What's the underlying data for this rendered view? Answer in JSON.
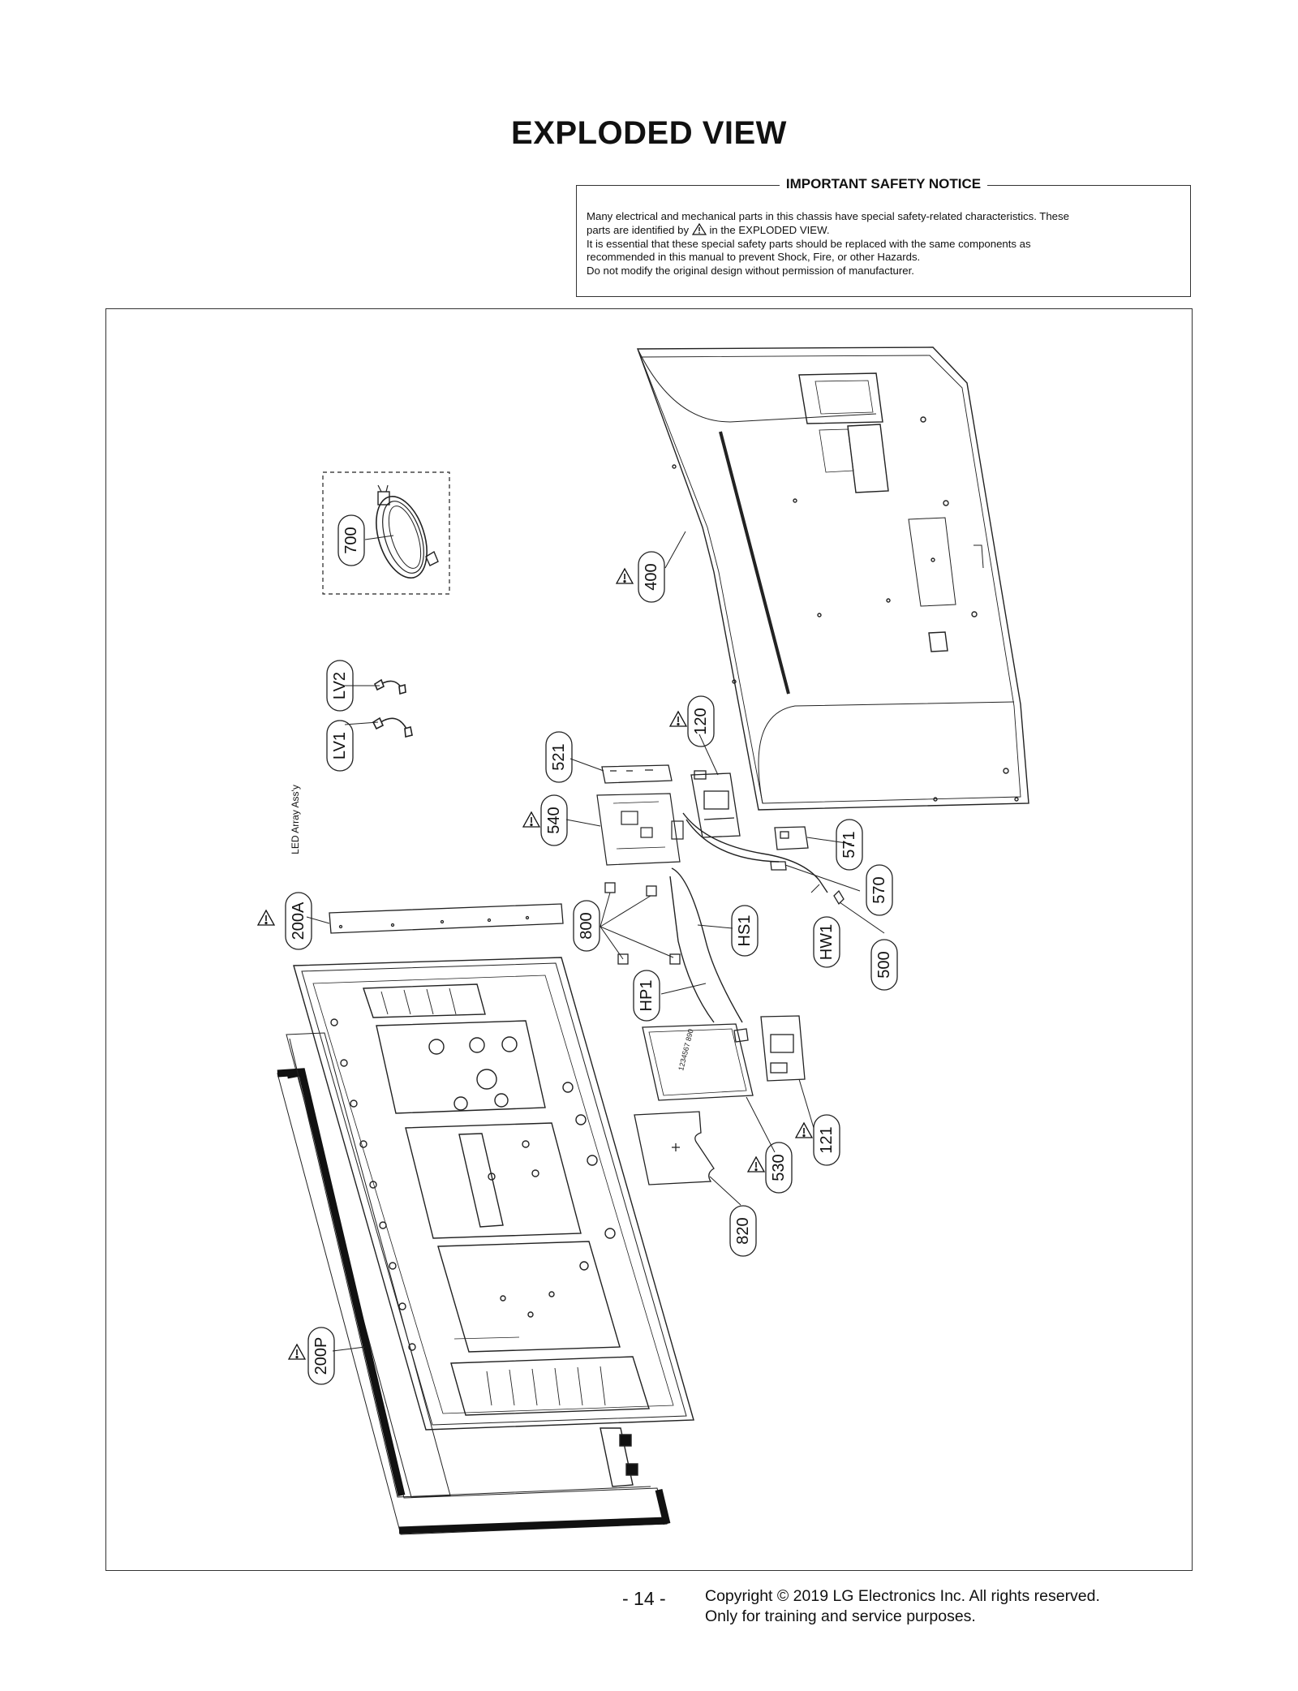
{
  "title": "EXPLODED VIEW",
  "notice": {
    "heading": "IMPORTANT SAFETY NOTICE",
    "line1": "Many electrical and mechanical parts in this chassis have special safety-related characteristics. These",
    "line2a": "parts are identified by",
    "line2b": "in the EXPLODED VIEW.",
    "line3": "It is essential that these special safety parts should be replaced with the same components as",
    "line4": "recommended in this manual to prevent Shock, Fire, or other Hazards.",
    "line5": "Do not modify the original design without permission of manufacturer."
  },
  "labels": {
    "p700": "700",
    "p400": "400",
    "lv2": "LV2",
    "lv1": "LV1",
    "p120": "120",
    "p521": "521",
    "p540": "540",
    "p571": "571",
    "p570": "570",
    "p200a": "200A",
    "led_array": "LED Array Ass'y",
    "p800": "800",
    "hs1": "HS1",
    "hw1": "HW1",
    "p500": "500",
    "hp1": "HP1",
    "p530": "530",
    "p121": "121",
    "p820": "820",
    "p200p": "200P"
  },
  "footer": {
    "page": "- 14 -",
    "copyright": "Copyright © 2019 LG Electronics Inc. All rights reserved.",
    "training": "Only for training and service purposes."
  }
}
